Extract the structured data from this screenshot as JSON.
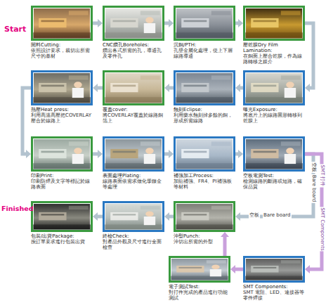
{
  "diagram": {
    "nodes": [
      {
        "text": [
          "開料Cutting:",
          "依照設計要求，裁切出所需尺寸的基材"
        ]
      },
      {
        "text": [
          "CNC鑽孔Boreholes:",
          "鑽出各式所需的孔，導通孔及零件孔"
        ]
      },
      {
        "text": [
          "沉銅/PTH:",
          "孔壁金屬化處理，使上下層線路導通"
        ]
      },
      {
        "text": [
          "壓乾膜Dry Film Lamination:",
          "在銅面上壓合乾膜，作為線路轉移之媒介"
        ]
      },
      {
        "text": [
          "曝光Exposure:",
          "將底片上的線路圖形轉移到乾膜上"
        ]
      },
      {
        "text": [
          "蝕刻Eclipse:",
          "利用藥水蝕刻掉多餘的銅，形成所需線路"
        ]
      },
      {
        "text": [
          "覆蓋cover:",
          "將COVERLAY覆蓋於線路銅箔上"
        ]
      },
      {
        "text": [
          "熱壓Heat press:",
          "利用高溫高壓把COVERLAY壓合於線路上"
        ]
      },
      {
        "text": [
          "印刷Print:",
          "印刷防焊及文字等標記於線路表面"
        ]
      },
      {
        "text": [
          "表面處理Plating:",
          "線路表面依需求做化學鎳金等處理"
        ]
      },
      {
        "text": [
          "補強加工Process:",
          "加貼補強、FR4、PI補強板等材料"
        ]
      },
      {
        "text": [
          "空板電測Test:",
          "檢測線路的斷路或短路，確保品質"
        ]
      },
      {
        "text": [
          "沖型Punch:",
          "沖切出所需的外型"
        ]
      },
      {
        "text": [
          "終檢Check:",
          "對產品外觀及尺寸進行全面檢查"
        ]
      },
      {
        "text": [
          "包裝/出貨Package:",
          "按訂單要求進行包裝出貨"
        ]
      },
      {
        "text": [
          "電子測試Test:",
          "對打件完成的產品進行功能測試"
        ]
      },
      {
        "text": [
          "SMT Components:",
          "SMT 電阻、LED、連接器等零件焊接"
        ]
      }
    ],
    "edges": [
      {
        "from": 0,
        "to": 1,
        "arrow": "to"
      },
      {
        "from": 1,
        "to": 2,
        "arrow": "to"
      },
      {
        "from": 2,
        "to": 3,
        "arrow": "to"
      },
      {
        "from": 3,
        "to": 4,
        "arrow": "to"
      },
      {
        "from": 4,
        "to": 5,
        "arrow": "to"
      },
      {
        "from": 5,
        "to": 6,
        "arrow": "to"
      },
      {
        "from": 6,
        "to": 7,
        "arrow": "to"
      },
      {
        "from": 7,
        "to": 8,
        "arrow": "to"
      },
      {
        "from": 8,
        "to": 9,
        "arrow": "to"
      },
      {
        "from": 9,
        "to": 10,
        "arrow": "to"
      },
      {
        "from": 10,
        "to": 11,
        "arrow": "to"
      },
      {
        "from": 11,
        "to": 12,
        "arrow": "to"
      },
      {
        "from": 12,
        "to": 13,
        "arrow": "to"
      },
      {
        "from": 13,
        "to": 14,
        "arrow": "to"
      },
      {
        "from": 11,
        "to": 16,
        "arrow": "to"
      },
      {
        "from": 16,
        "to": 15,
        "arrow": "to"
      },
      {
        "from": 15,
        "to": 12,
        "arrow": "to"
      }
    ],
    "labels": [
      "Start",
      "Finished",
      "SMT 打件",
      "空板",
      "Bare board",
      "空板",
      "Bare board",
      "SMT Components"
    ]
  }
}
